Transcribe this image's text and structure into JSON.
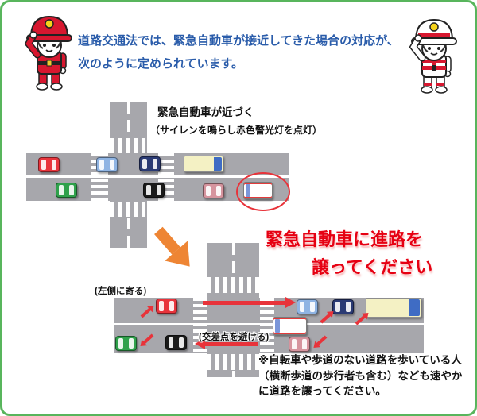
{
  "colors": {
    "border_green": "#58b55c",
    "header_blue": "#2a5caa",
    "alert_red": "#e60012",
    "road_gray": "#a7a7ac",
    "arrow_orange": "#ee8534",
    "arrow_red": "#e8333a"
  },
  "header": {
    "line1": "道路交通法では、緊急自動車が接近してきた場合の対応が、",
    "line2": "次のように定められています。"
  },
  "mascots": {
    "left": "firefighter-red-saluting",
    "right": "firefighter-white-saluting"
  },
  "top_diagram": {
    "caption_line1": "緊急自動車が近づく",
    "caption_line2": "（サイレンを鳴らし赤色警光灯を点灯）",
    "eastbound_cars": [
      "red",
      "light-blue",
      "navy",
      "cream-truck"
    ],
    "westbound_cars": [
      "green",
      "black",
      "pink",
      "white-ambulance"
    ],
    "highlighted_vehicle": "white-ambulance-circled-red"
  },
  "callout": {
    "line1": "緊急自動車に進路を",
    "line2": "譲ってください"
  },
  "bottom_diagram": {
    "label_pull_left": "(左側に寄る)",
    "label_avoid_intersection": "(交差点を避ける)",
    "eastbound_cars": [
      "red",
      "light-blue",
      "navy",
      "cream-truck"
    ],
    "westbound_cars": [
      "green",
      "black",
      "pink",
      "white-ambulance"
    ]
  },
  "footnote": {
    "line1": "※自転車や歩道のない道路を歩いている人",
    "line2": "（横断歩道の歩行者も含む）なども速やか",
    "line3": "に道路を譲ってください。"
  }
}
